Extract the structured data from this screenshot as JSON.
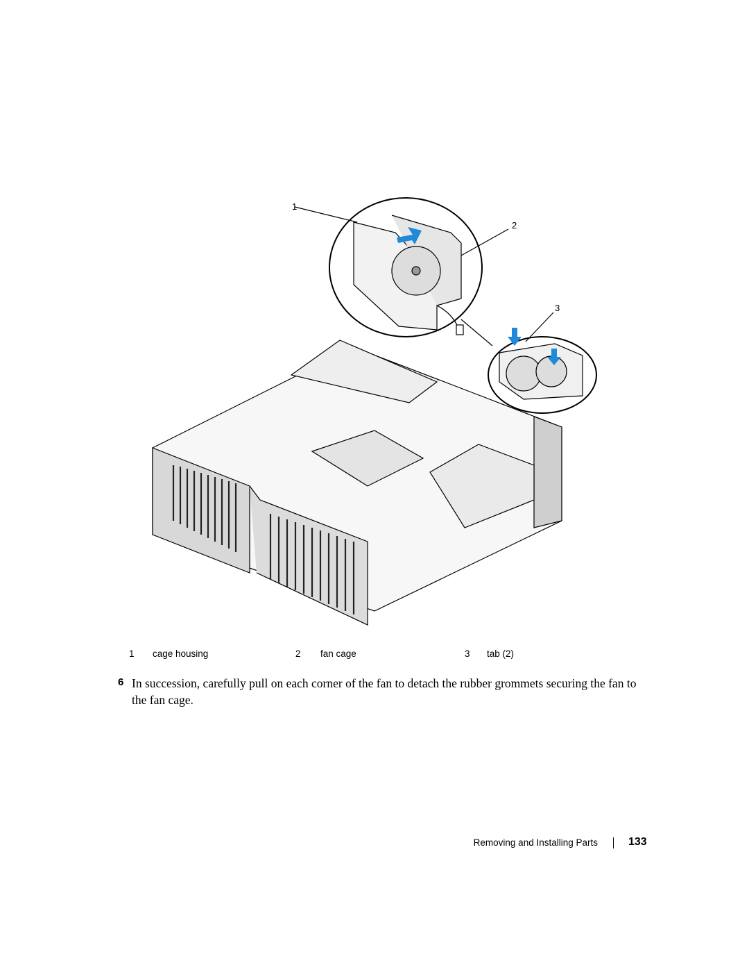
{
  "figure": {
    "callouts": [
      "1",
      "2",
      "3"
    ],
    "legend": [
      {
        "number": "1",
        "label": "cage housing"
      },
      {
        "number": "2",
        "label": "fan cage"
      },
      {
        "number": "3",
        "label": "tab (2)"
      }
    ]
  },
  "step": {
    "number": "6",
    "text": "In succession, carefully pull on each corner of the fan to detach the rubber grommets securing the fan to the fan cage."
  },
  "footer": {
    "section": "Removing and Installing Parts",
    "page": "133"
  },
  "colors": {
    "text": "#000000",
    "arrow_blue": "#1f8ad8"
  }
}
